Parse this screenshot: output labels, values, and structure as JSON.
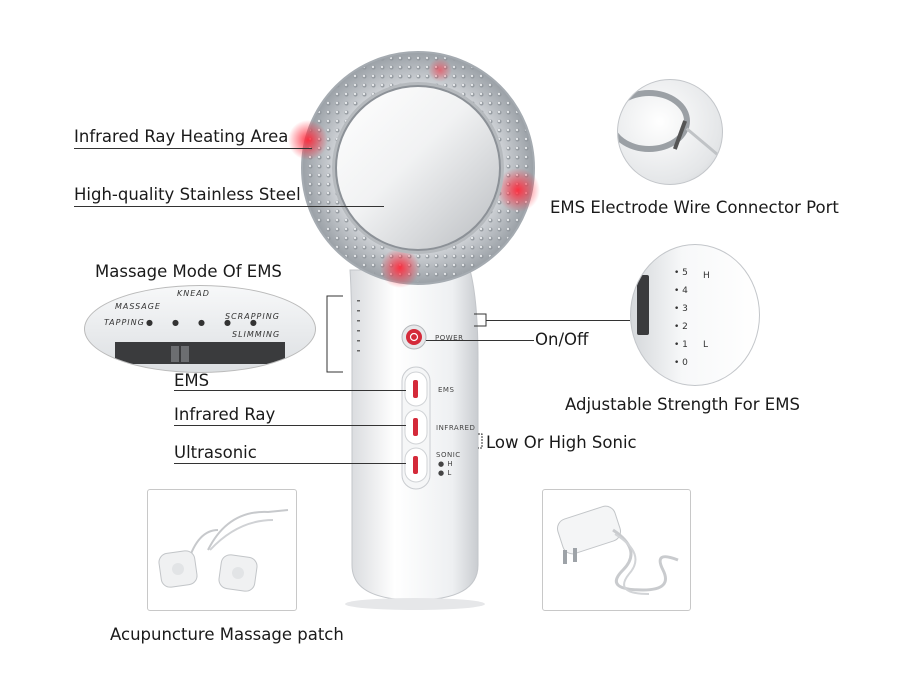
{
  "labels": {
    "infrared_heating": "Infrared Ray Heating Area",
    "stainless_steel": "High-quality Stainless Steel",
    "ems_connector": "EMS Electrode Wire Connector Port",
    "massage_mode": "Massage Mode Of EMS",
    "on_off": "On/Off",
    "ems": "EMS",
    "infrared_ray": "Infrared Ray",
    "ultrasonic": "Ultrasonic",
    "low_high_sonic": "Low Or High Sonic",
    "adjustable_strength": "Adjustable Strength For EMS",
    "acupuncture_patch": "Acupuncture Massage patch"
  },
  "device": {
    "power": "POWER",
    "ems": "EMS",
    "infrared": "INFRARED",
    "sonic": "SONIC",
    "sonic_h": "H",
    "sonic_l": "L"
  },
  "mode_inset": {
    "knead": "KNEAD",
    "massage": "MASSAGE",
    "scrapping": "SCRAPPING",
    "tapping": "TAPPING",
    "slimming": "SLIMMING"
  },
  "strength_inset": {
    "levels": [
      "5",
      "4",
      "3",
      "2",
      "1",
      "0"
    ],
    "high": "H",
    "low": "L"
  },
  "colors": {
    "accent_red": "#d8233a",
    "body_white": "#f2f3f5",
    "metal": "#b9bec4"
  }
}
